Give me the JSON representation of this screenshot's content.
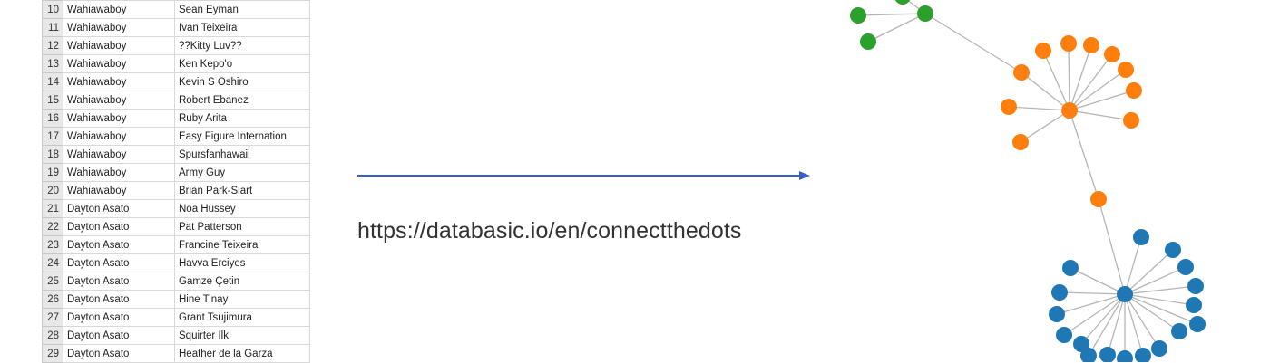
{
  "spreadsheet": {
    "rows": [
      {
        "n": "10",
        "a": "Wahiawaboy",
        "b": "Sean Eyman"
      },
      {
        "n": "11",
        "a": "Wahiawaboy",
        "b": "Ivan Teixeira"
      },
      {
        "n": "12",
        "a": "Wahiawaboy",
        "b": "??Kitty Luv??"
      },
      {
        "n": "13",
        "a": "Wahiawaboy",
        "b": "Ken Kepo'o"
      },
      {
        "n": "14",
        "a": "Wahiawaboy",
        "b": "Kevin S Oshiro"
      },
      {
        "n": "15",
        "a": "Wahiawaboy",
        "b": "Robert Ebanez"
      },
      {
        "n": "16",
        "a": "Wahiawaboy",
        "b": "Ruby Arita"
      },
      {
        "n": "17",
        "a": "Wahiawaboy",
        "b": "Easy Figure Internation"
      },
      {
        "n": "18",
        "a": "Wahiawaboy",
        "b": "Spursfanhawaii"
      },
      {
        "n": "19",
        "a": "Wahiawaboy",
        "b": "Army Guy"
      },
      {
        "n": "20",
        "a": "Wahiawaboy",
        "b": "Brian Park-Siart"
      },
      {
        "n": "21",
        "a": "Dayton Asato",
        "b": "Noa Hussey"
      },
      {
        "n": "22",
        "a": "Dayton Asato",
        "b": "Pat Patterson"
      },
      {
        "n": "23",
        "a": "Dayton Asato",
        "b": "Francine Teixeira"
      },
      {
        "n": "24",
        "a": "Dayton Asato",
        "b": "Havva Erciyes"
      },
      {
        "n": "25",
        "a": "Dayton Asato",
        "b": "Gamze Çetin"
      },
      {
        "n": "26",
        "a": "Dayton Asato",
        "b": "Hine Tinay"
      },
      {
        "n": "27",
        "a": "Dayton Asato",
        "b": "Grant Tsujimura"
      },
      {
        "n": "28",
        "a": "Dayton Asato",
        "b": "Squirter Ilk"
      },
      {
        "n": "29",
        "a": "Dayton Asato",
        "b": "Heather de la Garza"
      }
    ]
  },
  "url_text": "https://databasic.io/en/connectthedots",
  "colors": {
    "green": "#2ca02c",
    "orange": "#ff7f0e",
    "blue": "#1f77b4",
    "arrow": "#3a5fc8",
    "edge": "#b5b5b5"
  }
}
